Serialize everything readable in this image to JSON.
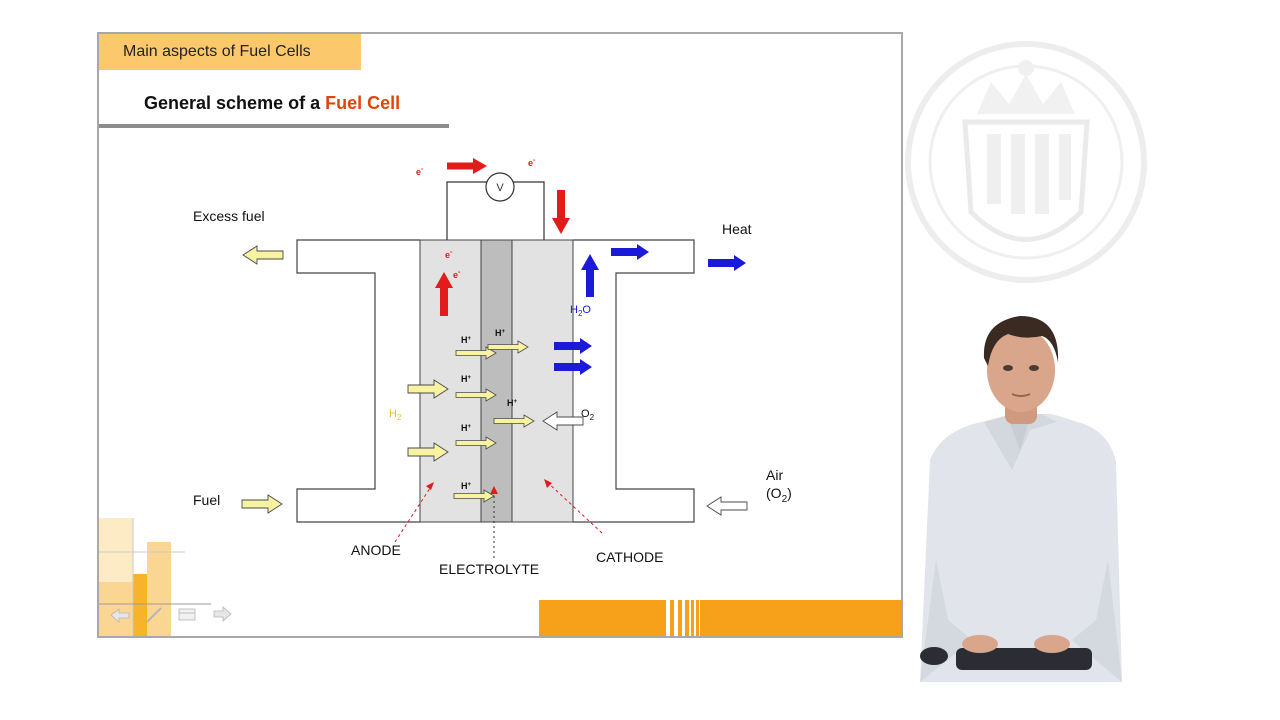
{
  "slide": {
    "section_title": "Main aspects of Fuel Cells",
    "title_prefix": "General scheme of a ",
    "title_highlight": "Fuel Cell"
  },
  "diagram": {
    "labels": {
      "excess_fuel": "Excess fuel",
      "heat": "Heat",
      "fuel": "Fuel",
      "air": "Air",
      "air_o2": "(O",
      "air_o2_sub": "2",
      "air_o2_close": ")",
      "anode": "ANODE",
      "electrolyte": "ELECTROLYTE",
      "cathode": "CATHODE",
      "voltmeter": "V",
      "electron": "e",
      "electron_sup": "-",
      "proton": "H",
      "proton_sup": "+",
      "h2": "H",
      "h2_sub": "2",
      "o2": "O",
      "o2_sub": "2",
      "h2o_h": "H",
      "h2o_sub": "2",
      "h2o_o": "O"
    },
    "colors": {
      "electron": "#e21b1b",
      "proton_arrow": "#f7f3a0",
      "water_heat": "#1a1ad8",
      "hydrogen_label": "#e8c21a",
      "anode_fill": "#e2e2e2",
      "electrolyte_fill": "#bdbdbd",
      "cathode_fill": "#e2e2e2",
      "pointer": "#e21b1b"
    }
  },
  "decor": {
    "accent_orange": "#f7a11a",
    "tab_color": "#fbc96c",
    "nav_icons": [
      "back-arrow-icon",
      "pen-icon",
      "index-icon",
      "forward-arrow-icon"
    ]
  }
}
